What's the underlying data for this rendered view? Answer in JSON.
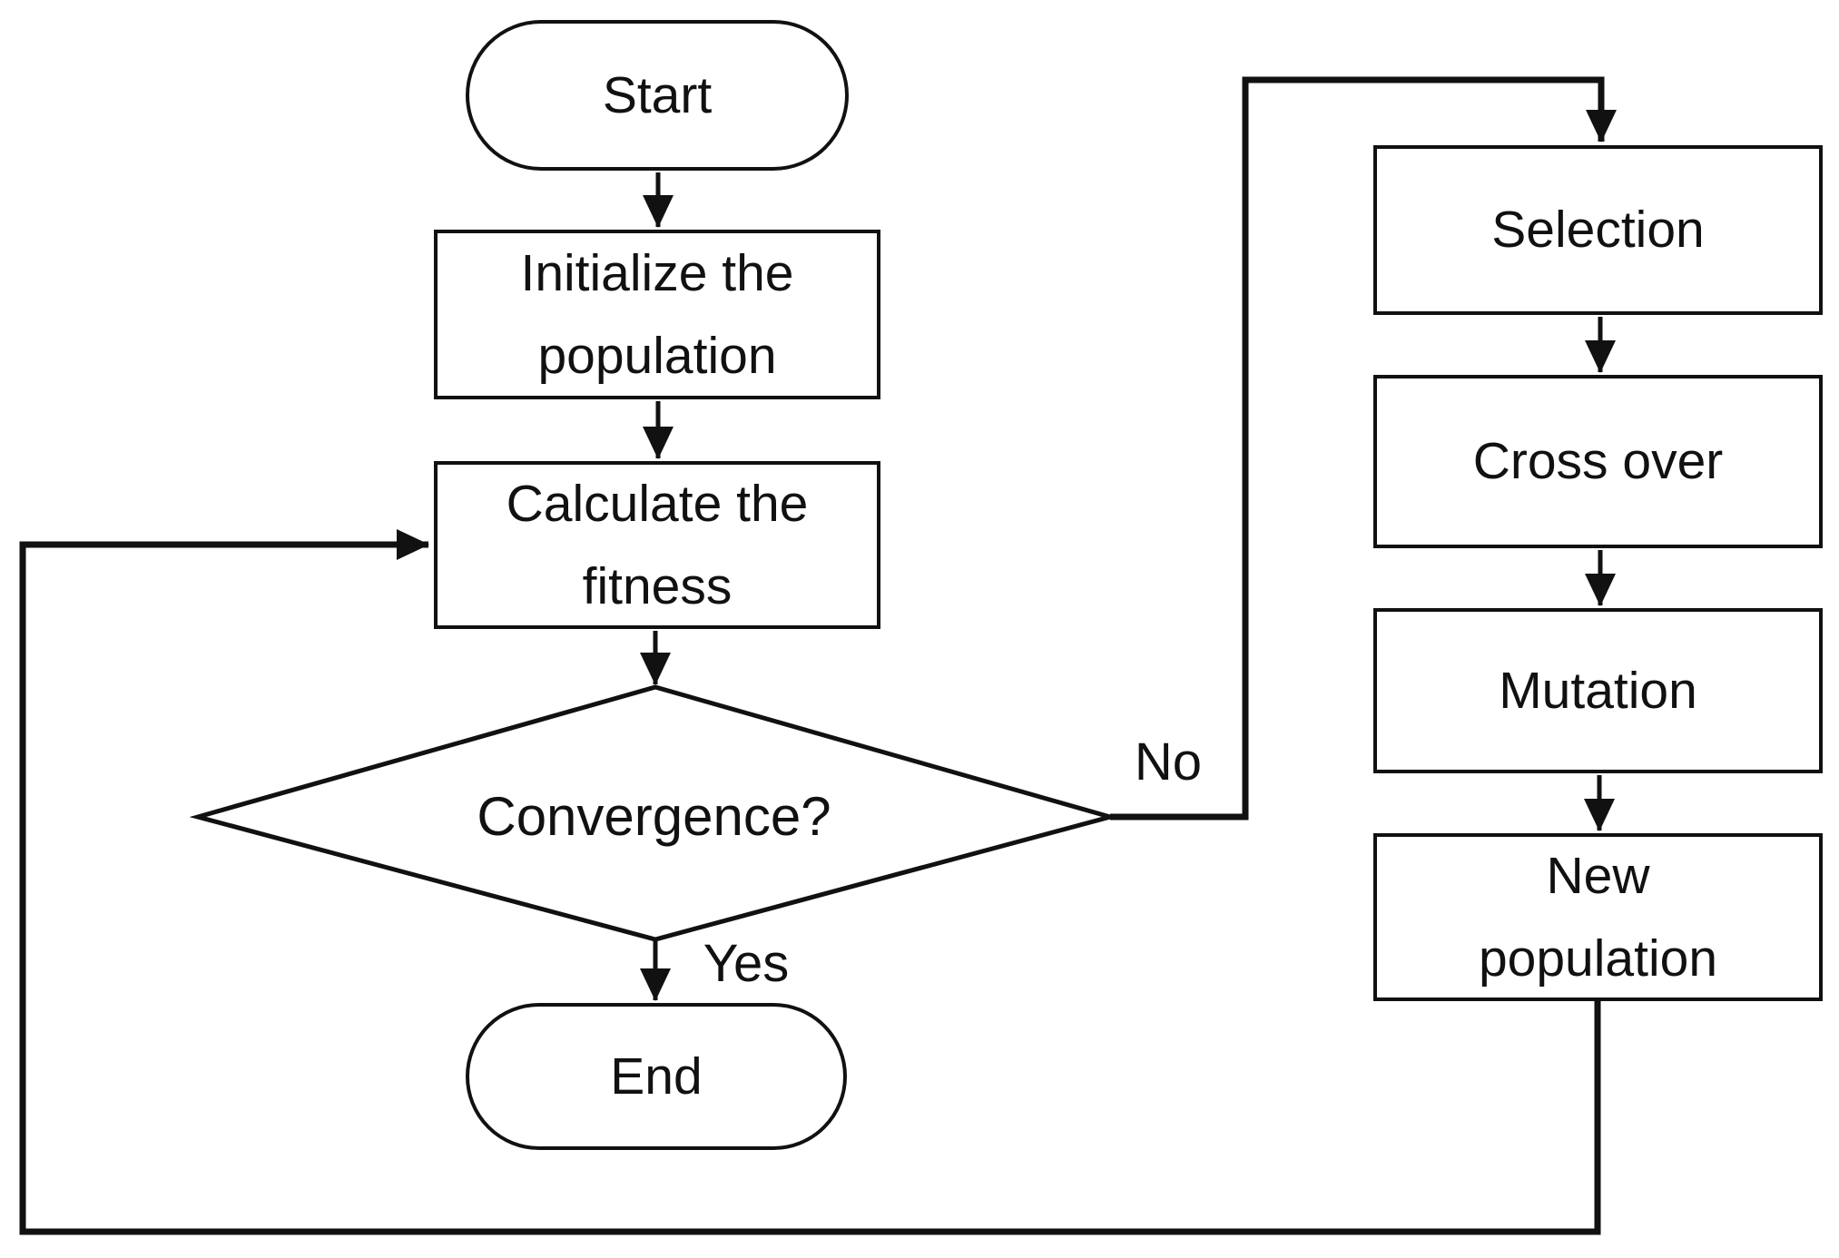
{
  "diagram": {
    "type": "flowchart",
    "nodes": {
      "start": {
        "label": "Start",
        "shape": "terminator"
      },
      "initialize": {
        "label": [
          "Initialize the",
          "population"
        ],
        "shape": "process"
      },
      "calculate": {
        "label": [
          "Calculate the",
          "fitness"
        ],
        "shape": "process"
      },
      "convergence": {
        "label": "Convergence?",
        "shape": "decision"
      },
      "end": {
        "label": "End",
        "shape": "terminator"
      },
      "selection": {
        "label": "Selection",
        "shape": "process"
      },
      "crossover": {
        "label": "Cross over",
        "shape": "process"
      },
      "mutation": {
        "label": "Mutation",
        "shape": "process"
      },
      "new_population": {
        "label": [
          "New",
          "population"
        ],
        "shape": "process"
      }
    },
    "edge_labels": {
      "no": "No",
      "yes": "Yes"
    },
    "edges": [
      "start -> initialize",
      "initialize -> calculate",
      "calculate -> convergence",
      "convergence -No-> selection",
      "selection -> crossover",
      "crossover -> mutation",
      "mutation -> new_population",
      "new_population -> calculate (loop)",
      "convergence -Yes-> end"
    ],
    "colors": {
      "stroke": "#111111",
      "fill": "#ffffff",
      "text": "#111111",
      "background": "#ffffff"
    }
  }
}
